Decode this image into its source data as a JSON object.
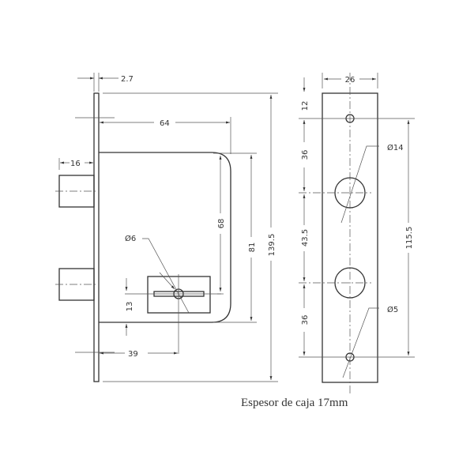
{
  "side_view": {
    "dims": {
      "faceplate_thickness": "2.7",
      "depth": "64",
      "bolt_projection": "16",
      "body_height_inner": "68",
      "body_height": "81",
      "faceplate_height": "139.5",
      "keyhole_diameter": "Ø6",
      "keyhole_offset_bottom": "13",
      "backset": "39"
    }
  },
  "front_view": {
    "dims": {
      "width": "26",
      "top_offset": "12",
      "spacing_1": "36",
      "spacing_2": "43.5",
      "spacing_3": "36",
      "screw_hole_span": "115.5",
      "large_hole_diameter": "Ø14",
      "small_hole_diameter": "Ø5"
    }
  },
  "caption": "Espesor de caja 17mm"
}
